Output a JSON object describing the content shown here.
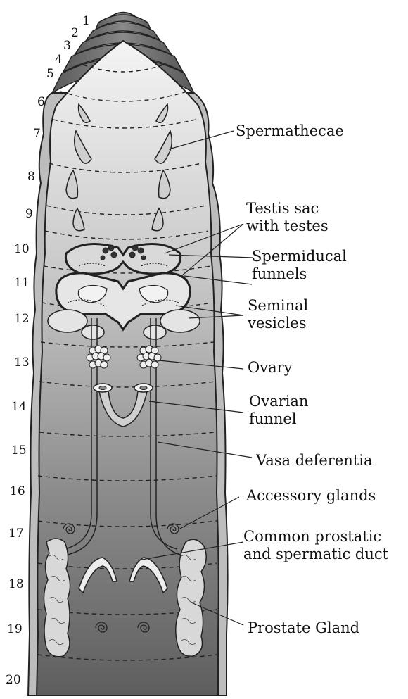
{
  "segment_numbers": [
    "1",
    "2",
    "3",
    "4",
    "5",
    "6",
    "7",
    "8",
    "9",
    "10",
    "11",
    "12",
    "13",
    "14",
    "15",
    "16",
    "17",
    "18",
    "19",
    "20"
  ],
  "labels": {
    "spermathecae": "Spermathecae",
    "testis_sac": "Testis sac\nwith testes",
    "spermiducal_funnels": "Spermiducal\nfunnels",
    "seminal_vesicles": "Seminal\nvesicles",
    "ovary": "Ovary",
    "ovarian_funnel": "Ovarian\nfunnel",
    "vasa_deferentia": "Vasa deferentia",
    "accessory_glands": "Accessory glands",
    "common_duct": "Common prostatic\nand spermatic duct",
    "prostate_gland": "Prostate Gland"
  },
  "colors": {
    "body_top": "#f2f2f2",
    "body_bottom": "#6b6b6b",
    "outline": "#222222",
    "organ_fill": "#e4e4e4"
  }
}
